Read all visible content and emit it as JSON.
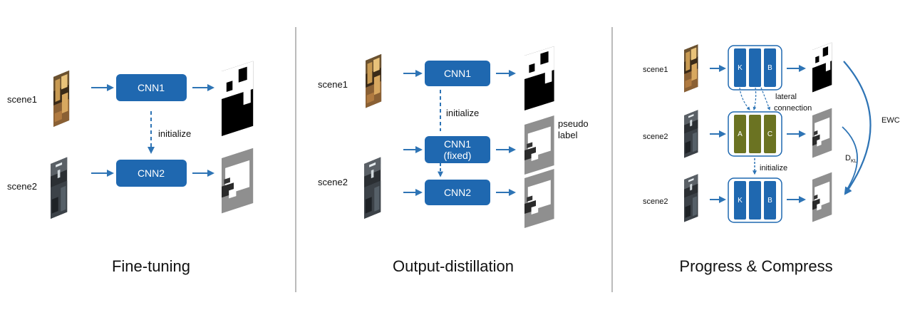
{
  "panels": [
    {
      "title": "Fine-tuning",
      "scene1": "scene1",
      "scene2": "scene2",
      "box1": "CNN1",
      "box2": "CNN2",
      "arrow_label": "initialize"
    },
    {
      "title": "Output-distillation",
      "scene1": "scene1",
      "scene2": "scene2",
      "box1": "CNN1",
      "box_fixed_line1": "CNN1",
      "box_fixed_line2": "(fixed)",
      "box2": "CNN2",
      "arrow_label": "initialize",
      "pseudo_line1": "pseudo",
      "pseudo_line2": "label"
    },
    {
      "title": "Progress & Compress",
      "scene1": "scene1",
      "scene2a": "scene2",
      "scene2b": "scene2",
      "kb_col1": "K",
      "kb_col2": "B",
      "active_col1": "A",
      "active_col2": "C",
      "kb2_col1": "K",
      "kb2_col2": "B",
      "lateral_line1": "lateral",
      "lateral_line2": "connection",
      "init_label": "initialize",
      "ewc": "EWC",
      "dkl_main": "D",
      "dkl_sub": "KL"
    }
  ],
  "colors": {
    "box_blue": "#1f68b0",
    "box_olive": "#6b7322",
    "arrow": "#2e74b5",
    "divider": "#777777"
  },
  "icons": [
    "scene-photo-icon",
    "segmentation-mask-icon"
  ]
}
